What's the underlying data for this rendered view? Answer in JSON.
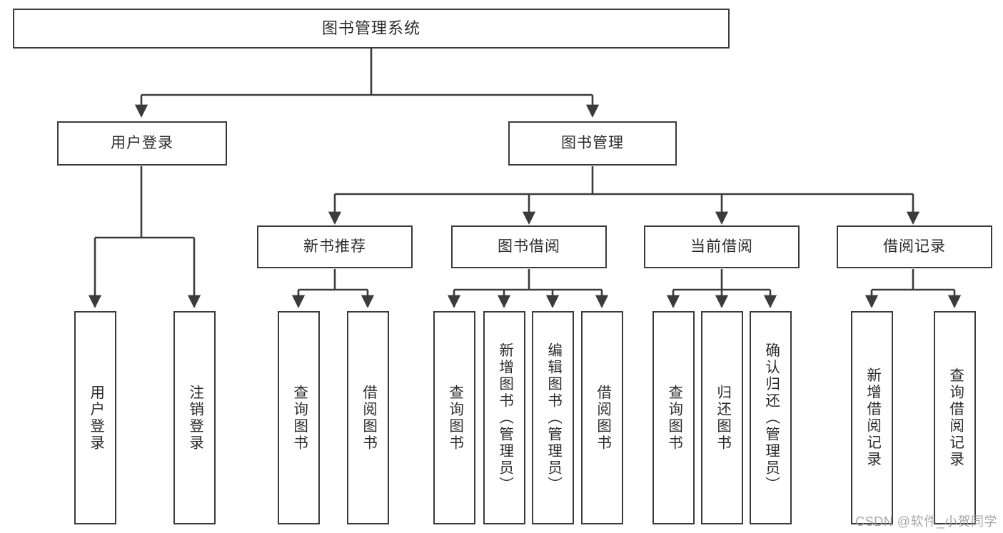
{
  "diagram": {
    "type": "tree",
    "title": "图书管理系统",
    "root": {
      "label": "图书管理系统"
    },
    "level2": [
      {
        "label": "用户登录"
      },
      {
        "label": "图书管理"
      }
    ],
    "level3": [
      {
        "label": "新书推荐"
      },
      {
        "label": "图书借阅"
      },
      {
        "label": "当前借阅"
      },
      {
        "label": "借阅记录"
      }
    ],
    "leaves": {
      "user_login": [
        {
          "label": "用户登录"
        },
        {
          "label": "注销登录"
        }
      ],
      "new_book_recommend": [
        {
          "label": "查询图书"
        },
        {
          "label": "借阅图书"
        }
      ],
      "book_borrow": [
        {
          "label": "查询图书"
        },
        {
          "label": "新增图书（管理员）"
        },
        {
          "label": "编辑图书（管理员）"
        },
        {
          "label": "借阅图书"
        }
      ],
      "current_borrow": [
        {
          "label": "查询图书"
        },
        {
          "label": "归还图书"
        },
        {
          "label": "确认归还（管理员）"
        }
      ],
      "borrow_record": [
        {
          "label": "新增借阅记录"
        },
        {
          "label": "查询借阅记录"
        }
      ]
    }
  },
  "watermark": {
    "text": "CSDN @软件_小贺同学"
  },
  "colors": {
    "border": "#3b3b3b",
    "text": "#2b2b2b",
    "background": "#ffffff",
    "watermark": "#9a9a9a"
  }
}
